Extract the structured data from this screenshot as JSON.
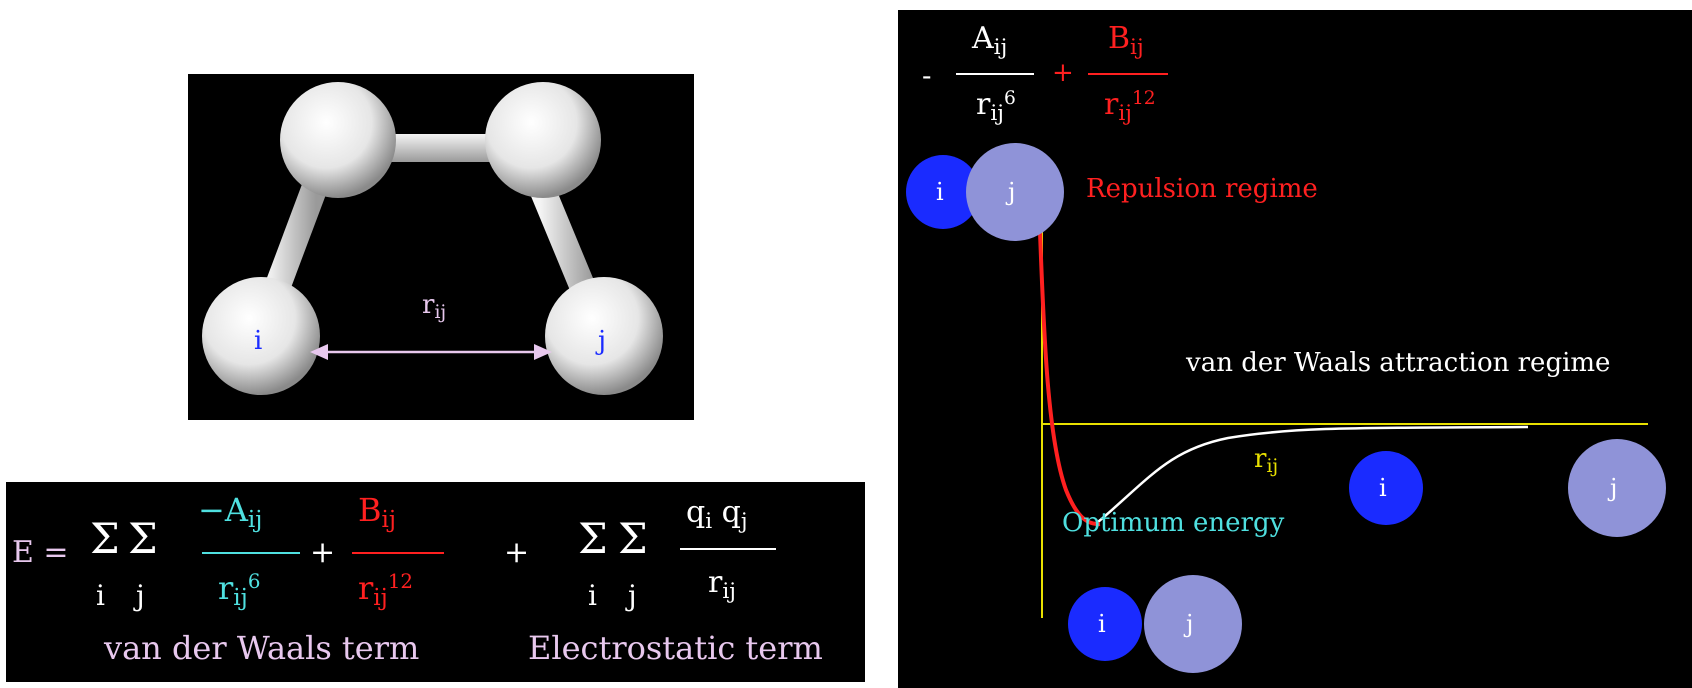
{
  "molecule": {
    "atom_i_label": "i",
    "atom_j_label": "j",
    "distance_label": {
      "base": "r",
      "sub": "ij"
    }
  },
  "equation": {
    "lhs": "E =",
    "sum_symbol": "Σ",
    "index_i": "i",
    "index_j": "j",
    "vdw_numerator": {
      "base": "−A",
      "sub": "ij"
    },
    "vdw_denominator": {
      "base": "r",
      "sub": "ij",
      "sup": "6"
    },
    "plus": "+",
    "rep_numerator": {
      "base": "B",
      "sub": "ij"
    },
    "rep_denominator": {
      "base": "r",
      "sub": "ij",
      "sup": "12"
    },
    "elec_numerator": {
      "q1": "q",
      "q1_sub": "i",
      "q2": "q",
      "q2_sub": "j"
    },
    "elec_denominator": {
      "base": "r",
      "sub": "ij"
    },
    "vdw_caption": "van der Waals term",
    "elec_caption": "Electrostatic term"
  },
  "plot": {
    "formula": {
      "minus": "-",
      "a_numerator": {
        "base": "A",
        "sub": "ij"
      },
      "a_denominator": {
        "base": "r",
        "sub": "ij",
        "sup": "6"
      },
      "plus": "+",
      "b_numerator": {
        "base": "B",
        "sub": "ij"
      },
      "b_denominator": {
        "base": "r",
        "sub": "ij",
        "sup": "12"
      }
    },
    "repulsion_label": "Repulsion regime",
    "attraction_label": "van der Waals attraction regime",
    "optimum_label": "Optimum energy",
    "distance_label": {
      "base": "r",
      "sub": "ij"
    },
    "atom_i_label": "i",
    "atom_j_label": "j",
    "colors": {
      "repulsive_curve": "#ff2020",
      "attractive_curve": "#ffffff",
      "axes": "#e8e000",
      "atom_i": "#1a2bff",
      "atom_j": "#8f93d8"
    }
  }
}
